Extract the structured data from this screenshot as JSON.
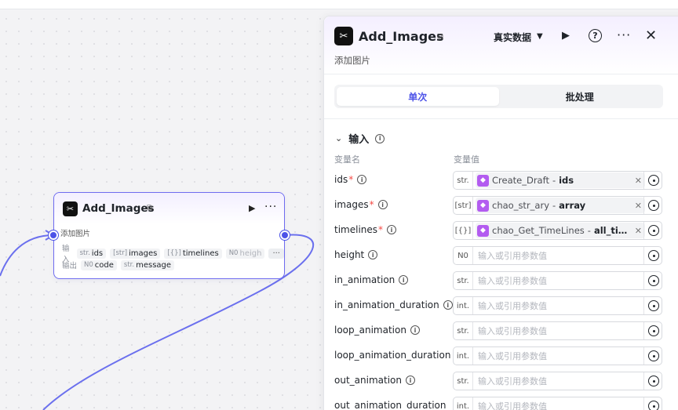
{
  "node": {
    "title": "Add_Images",
    "description": "添加图片",
    "input_label": "输入",
    "output_label": "输出",
    "inputs": [
      {
        "type": "str.",
        "name": "ids"
      },
      {
        "type": "[str]",
        "name": "images"
      },
      {
        "type": "[{}]",
        "name": "timelines"
      },
      {
        "type": "N0",
        "name": "heigh"
      }
    ],
    "more": "···",
    "outputs": [
      {
        "type": "N0",
        "name": "code"
      },
      {
        "type": "str.",
        "name": "message"
      }
    ]
  },
  "panel": {
    "title": "Add_Images",
    "description": "添加图片",
    "mode": "真实数据",
    "tabs": [
      {
        "label": "单次",
        "active": true
      },
      {
        "label": "批处理",
        "active": false
      }
    ],
    "section_title": "输入",
    "col_name": "变量名",
    "col_value": "变量值",
    "placeholder": "输入或引用参数值",
    "params": [
      {
        "name": "ids",
        "required": true,
        "type": "str.",
        "ref": {
          "source": "Create_Draft",
          "var": "ids"
        }
      },
      {
        "name": "images",
        "required": true,
        "type": "[str]",
        "ref": {
          "source": "chao_str_ary",
          "var": "array"
        }
      },
      {
        "name": "timelines",
        "required": true,
        "type": "[{}]",
        "ref": {
          "source": "chao_Get_TimeLines",
          "var": "all_tim···"
        }
      },
      {
        "name": "height",
        "required": false,
        "type": "N0",
        "ref": null
      },
      {
        "name": "in_animation",
        "required": false,
        "type": "str.",
        "ref": null
      },
      {
        "name": "in_animation_duration",
        "required": false,
        "type": "int.",
        "ref": null
      },
      {
        "name": "loop_animation",
        "required": false,
        "type": "str.",
        "ref": null
      },
      {
        "name": "loop_animation_duration",
        "required": false,
        "type": "int.",
        "ref": null
      },
      {
        "name": "out_animation",
        "required": false,
        "type": "str.",
        "ref": null
      },
      {
        "name": "out_animation_duration",
        "required": false,
        "type": "int.",
        "ref": null
      }
    ]
  },
  "colors": {
    "accent": "#4d53e8",
    "required": "#f54a45",
    "cube": "#b35cf0"
  }
}
